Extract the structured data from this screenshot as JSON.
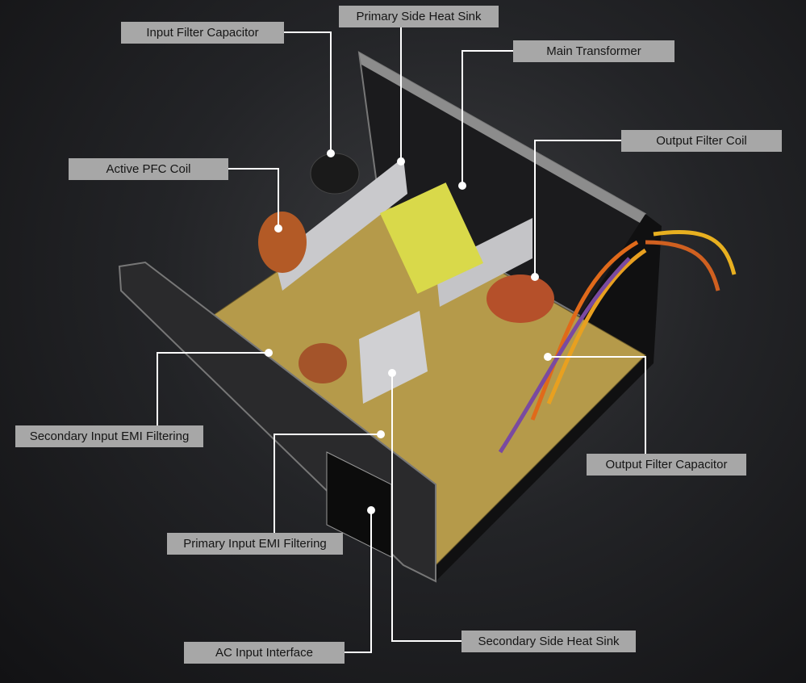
{
  "title": "Power Supply Internal Components",
  "labels": {
    "input_filter_capacitor": "Input Filter Capacitor",
    "primary_side_heat_sink": "Primary Side Heat Sink",
    "main_transformer": "Main Transformer",
    "output_filter_coil": "Output Filter Coil",
    "active_pfc_coil": "Active PFC Coil",
    "secondary_input_emi_filtering": "Secondary Input EMI Filtering",
    "output_filter_capacitor": "Output Filter Capacitor",
    "primary_input_emi_filtering": "Primary Input EMI Filtering",
    "ac_input_interface": "AC Input Interface",
    "secondary_side_heat_sink": "Secondary Side Heat Sink"
  },
  "colors": {
    "label_bg": "#a7a7a7",
    "line": "#ffffff",
    "pcb": "#b59a4a"
  }
}
